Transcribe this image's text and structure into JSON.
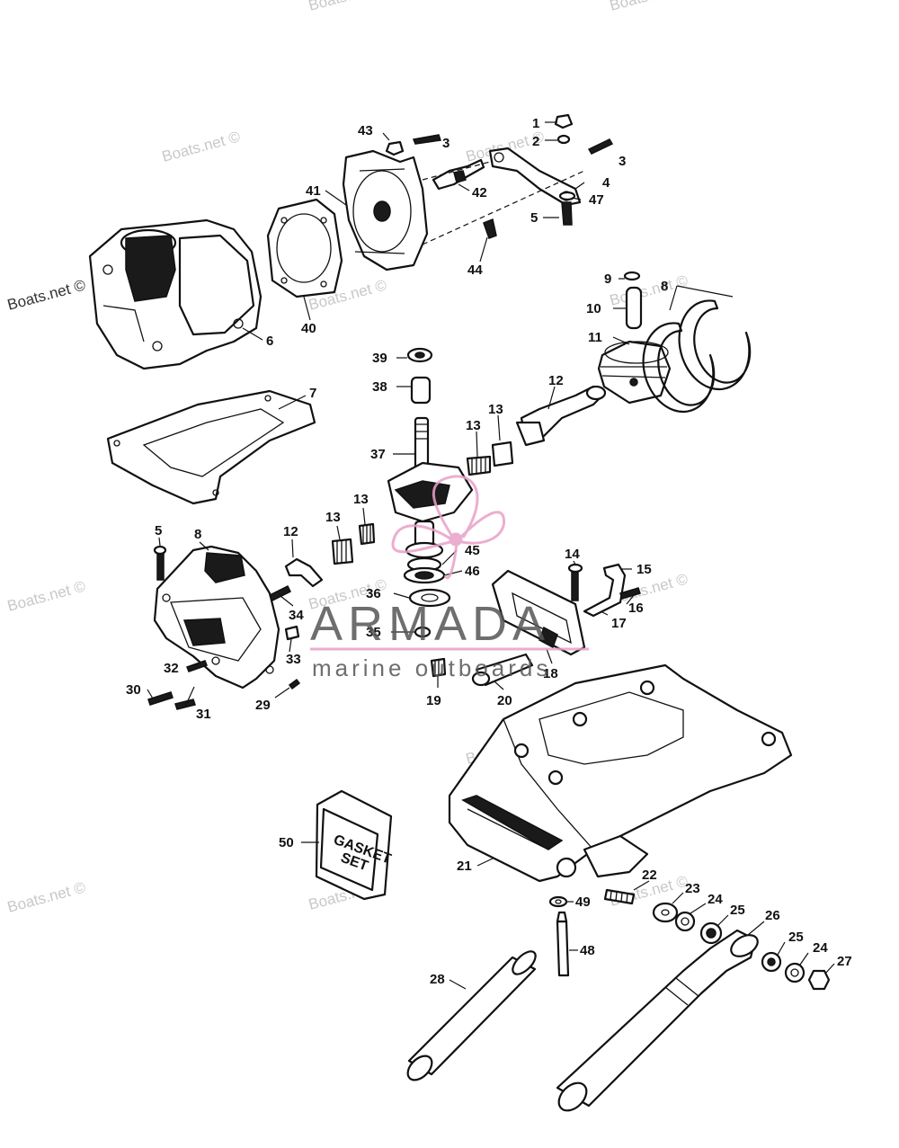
{
  "watermarks": [
    "Boats.net ©",
    "Boats.net ©",
    "Boats.net ©",
    "Boats.net ©",
    "Boats.net ©",
    "Boats.net ©",
    "Boats.net ©",
    "Boats.net ©",
    "Boats.net ©",
    "Boats.net ©",
    "Boats.net ©",
    "Boats.net ©",
    "Boats.net ©",
    "Boats.net ©"
  ],
  "brand": {
    "name": "ARMADA",
    "tagline": "marine outboards",
    "accent_color": "#e8a0c8"
  },
  "gasket_set": {
    "line1": "GASKET",
    "line2": "SET"
  },
  "callouts": [
    "1",
    "2",
    "3",
    "3",
    "4",
    "47",
    "5",
    "43",
    "41",
    "42",
    "44",
    "40",
    "6",
    "9",
    "8",
    "10",
    "11",
    "39",
    "38",
    "7",
    "12",
    "13",
    "13",
    "37",
    "13",
    "13",
    "5",
    "8",
    "12",
    "45",
    "46",
    "14",
    "15",
    "16",
    "17",
    "34",
    "36",
    "35",
    "33",
    "32",
    "18",
    "30",
    "31",
    "29",
    "19",
    "20",
    "50",
    "21",
    "22",
    "23",
    "24",
    "25",
    "26",
    "49",
    "25",
    "24",
    "27",
    "48",
    "28"
  ]
}
